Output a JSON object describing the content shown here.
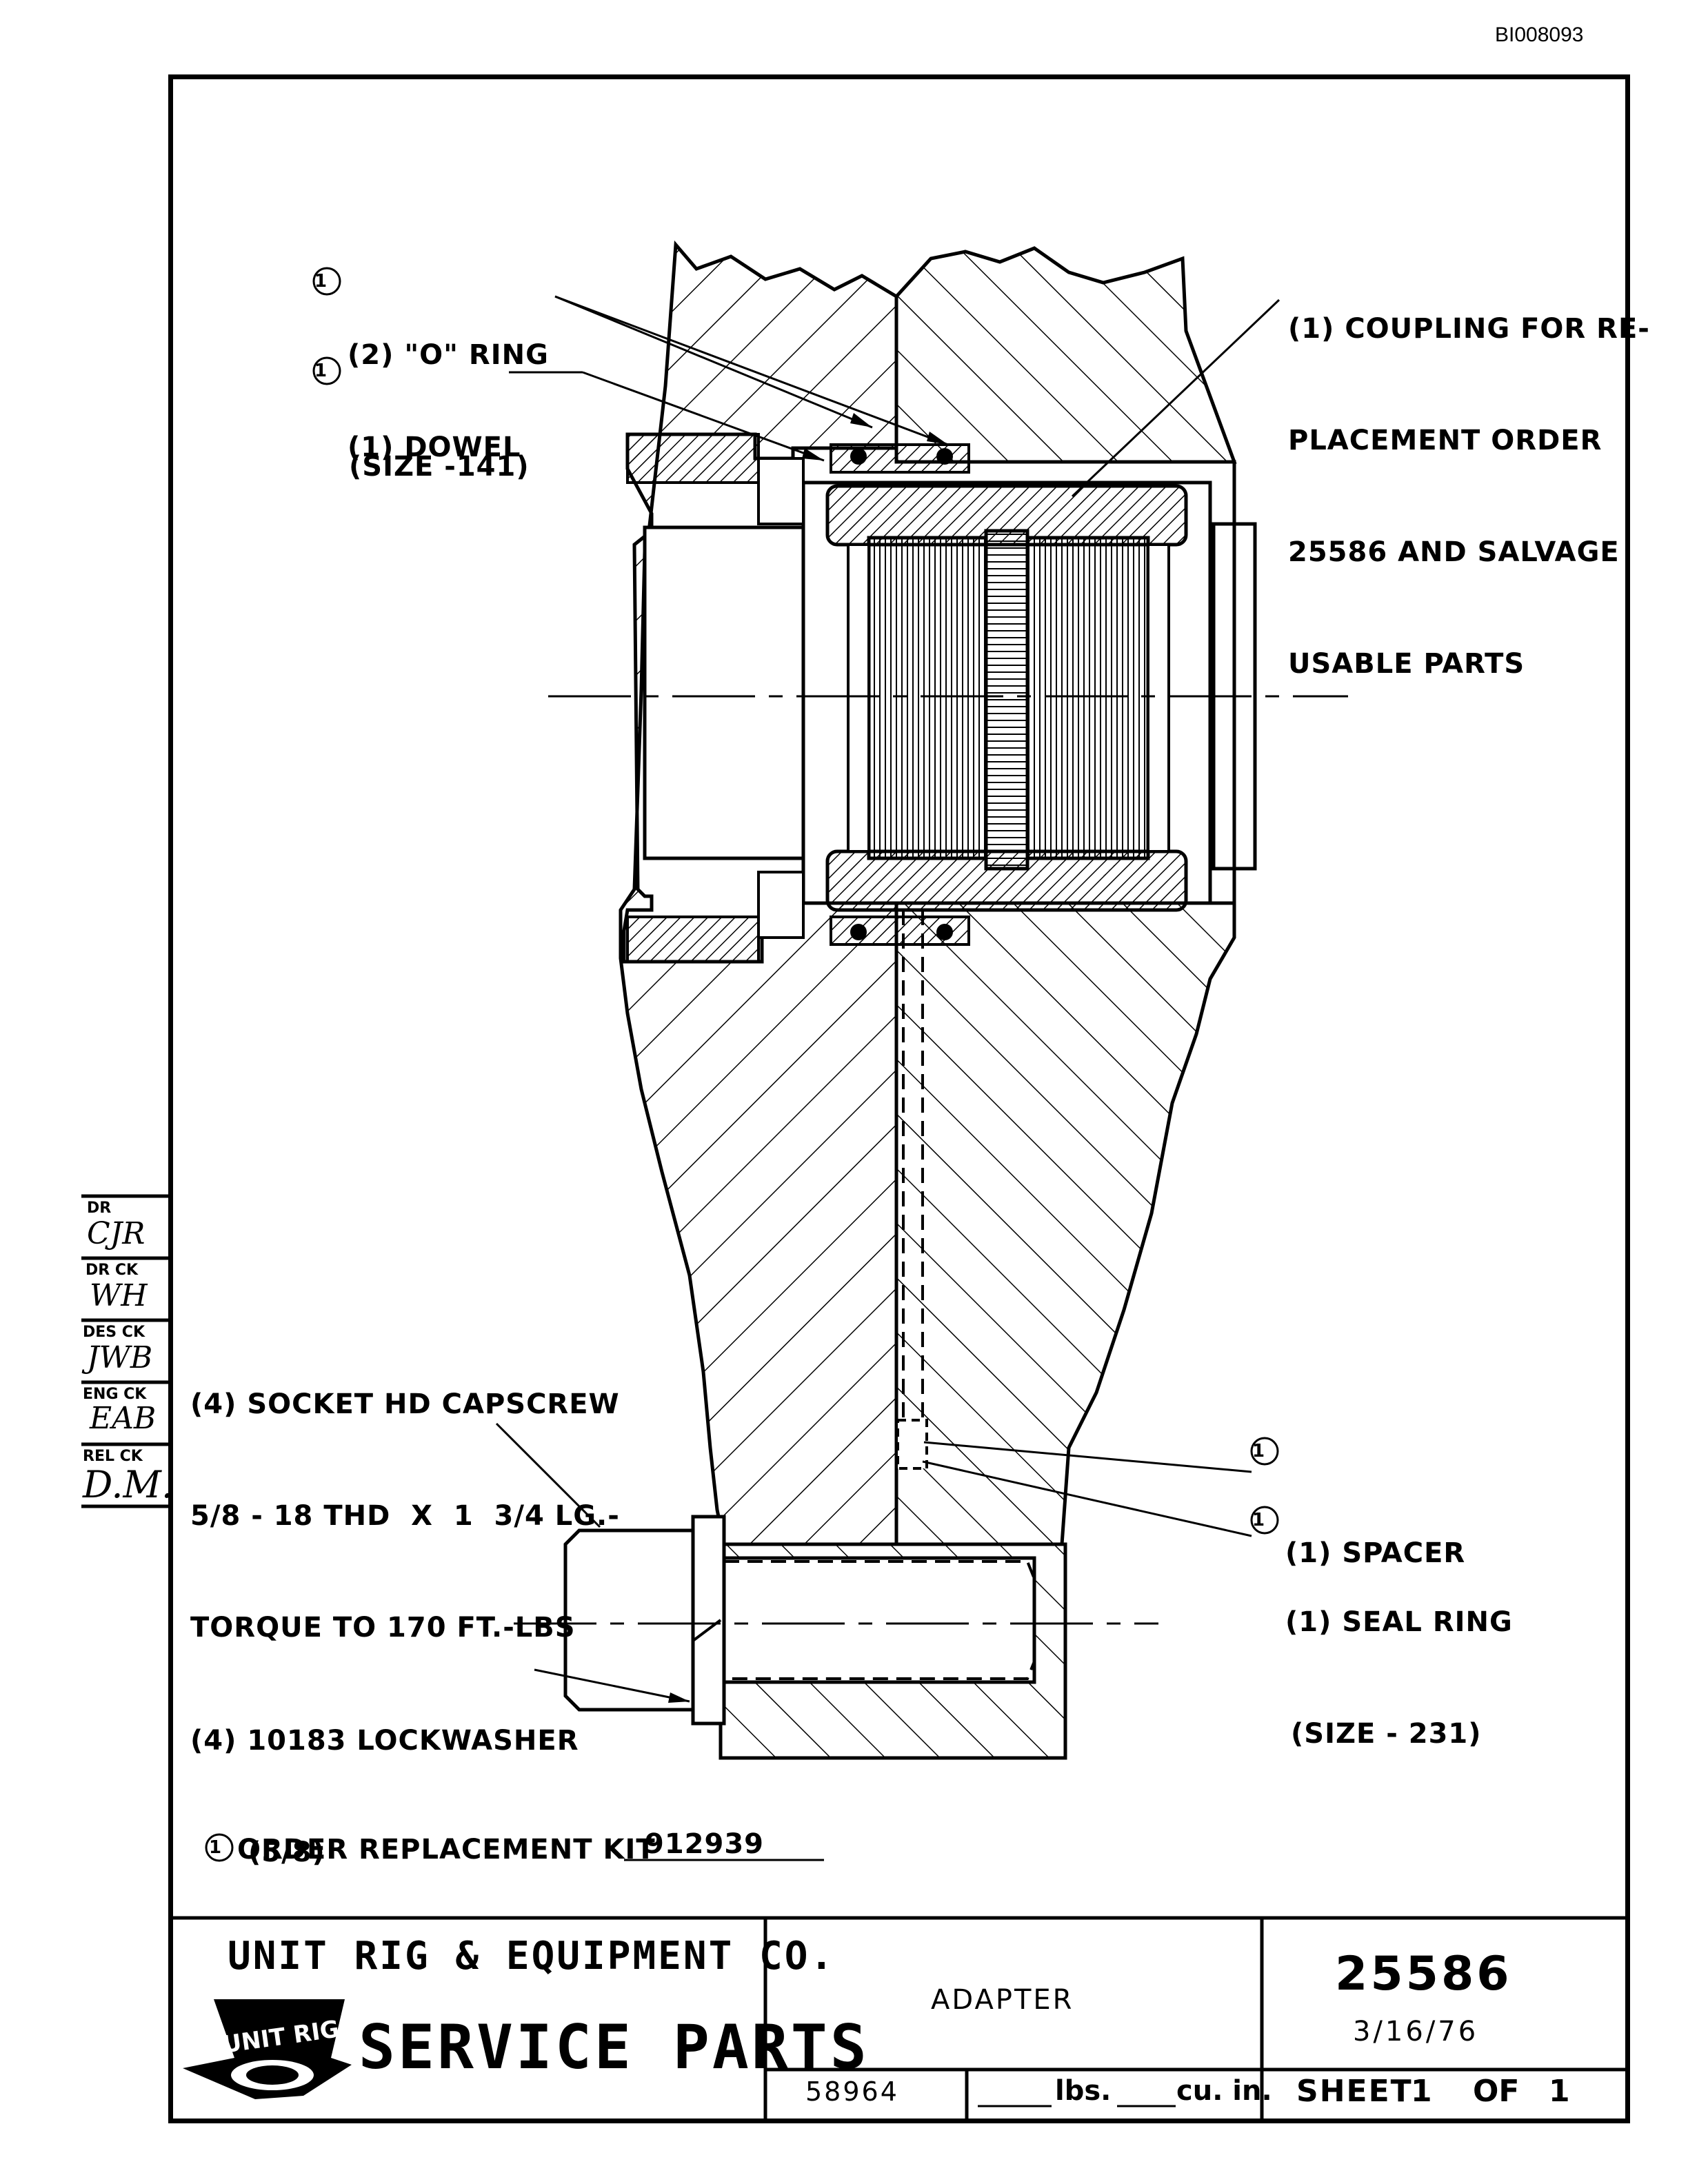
{
  "document_id": "BI008093",
  "callouts": {
    "o_ring": [
      "(2) \"O\" RING",
      "(SIZE -141)"
    ],
    "dowel": [
      "(1) DOWEL"
    ],
    "coupling": [
      "(1) COUPLING FOR RE-",
      "PLACEMENT ORDER",
      "25586 AND SALVAGE",
      "USABLE PARTS"
    ],
    "capscrew": [
      "(4) SOCKET HD CAPSCREW",
      "5/8 - 18 THD  X  1  3/4 LG.-",
      "TORQUE TO 170 FT.-LBS"
    ],
    "spacer": [
      "(1) SPACER"
    ],
    "seal_ring": [
      "(1) SEAL RING",
      "(SIZE - 231)"
    ],
    "lockwasher": [
      "(4) 10183 LOCKWASHER",
      "(5/8)"
    ],
    "kit_label": "ORDER REPLACEMENT KIT",
    "kit_number": "912939",
    "kit_marker": "1"
  },
  "checks": [
    {
      "label": "DR",
      "initials": "CJR"
    },
    {
      "label": "DR CK",
      "initials": "WH"
    },
    {
      "label": "DES CK",
      "initials": "JWB"
    },
    {
      "label": "ENG CK",
      "initials": "EAB"
    },
    {
      "label": "REL CK",
      "initials": "D.M."
    }
  ],
  "title_block": {
    "company": "UNIT RIG & EQUIPMENT CO.",
    "department": "SERVICE PARTS",
    "logo_text": "UNIT RIG",
    "title": "ADAPTER",
    "part_number": "25586",
    "date": "3/16/76",
    "weight_code": "58964",
    "lbs_label": "lbs.",
    "cuin_label": "cu. in.",
    "sheet_label": "SHEET",
    "sheet_number": "1",
    "of_label": "OF",
    "sheet_total": "1"
  }
}
